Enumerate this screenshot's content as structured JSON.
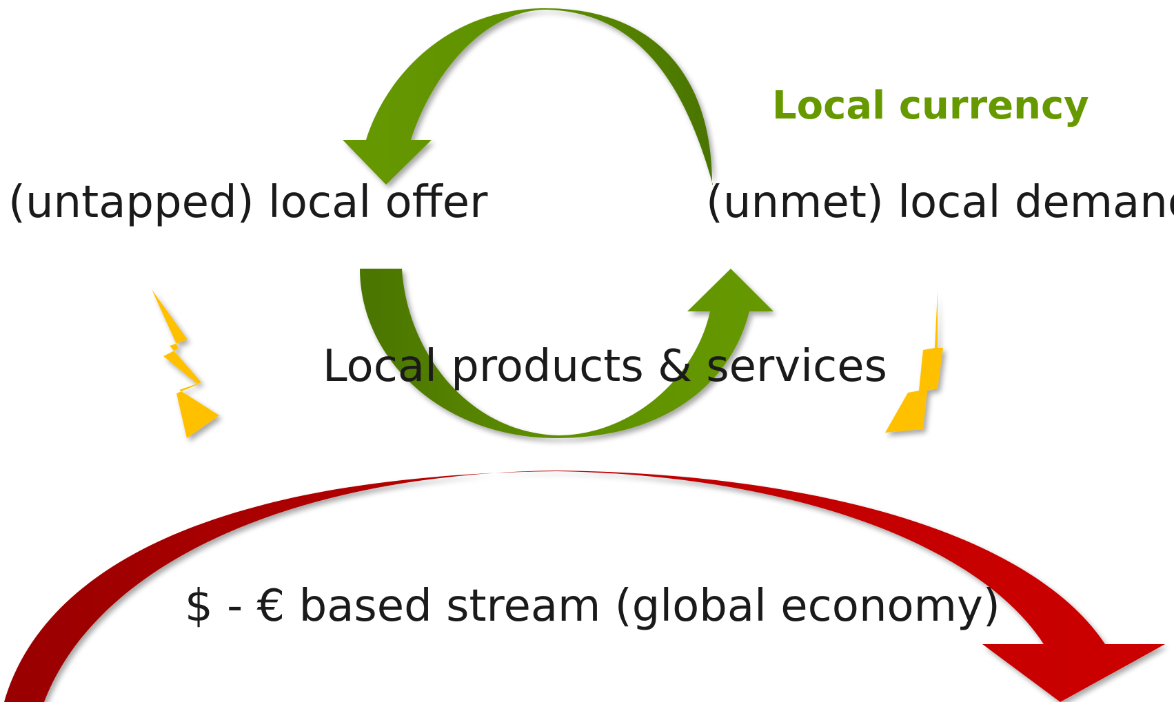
{
  "colors": {
    "green_light": "#669900",
    "green_dark": "#4E7A00",
    "red_light": "#CC0000",
    "red_dark": "#990000",
    "lightning": "#FFC000",
    "text": "#1a1a1a"
  },
  "labels": {
    "local_currency": "Local currency",
    "untapped_offer": "(untapped) local offer",
    "unmet_demand": "(unmet) local demand",
    "products_services": "Local products & services",
    "global_stream": "$ - € based stream (global economy)"
  },
  "icons": [
    "lightning-bolt-icon",
    "lightning-bolt-icon"
  ]
}
